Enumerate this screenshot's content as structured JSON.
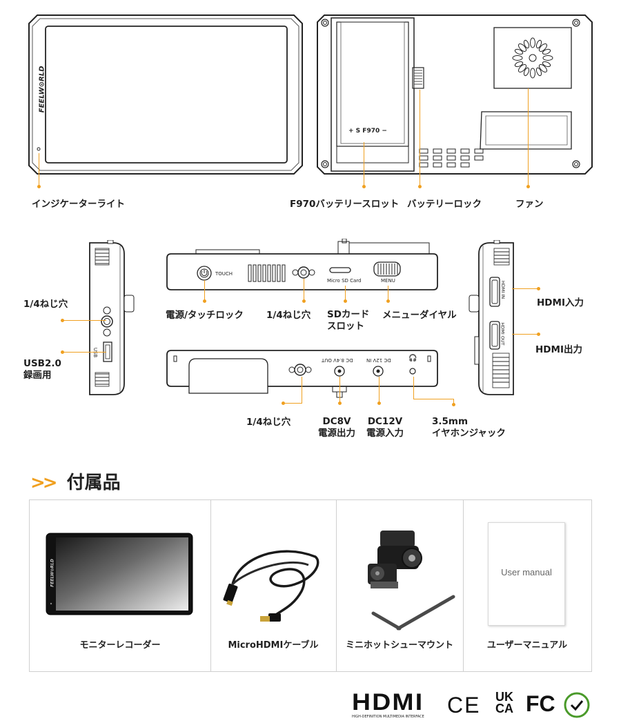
{
  "colors": {
    "accent": "#f0a020",
    "device_stroke": "#222222",
    "border": "#cfcfcf"
  },
  "top": {
    "front": {
      "brand": "FEELW⊙RLD",
      "label": "インジケーターライト"
    },
    "back": {
      "battery_marks": "+   S  F970  −",
      "battery_slot_label": "F970バッテリースロット",
      "battery_lock_label": "バッテリーロック",
      "fan_label": "ファン"
    }
  },
  "middle": {
    "left_side": {
      "usb_text": "USB",
      "screw_label": "1/4ねじ穴",
      "usb_label_line1": "USB2.0",
      "usb_label_line2": "録画用"
    },
    "top_edge": {
      "touch_text": "TOUCH",
      "sd_text": "Micro SD Card",
      "menu_text": "MENU",
      "power_label": "電源/タッチロック",
      "screw_label": "1/4ねじ穴",
      "sd_label_line1": "SDカード",
      "sd_label_line2": "スロット",
      "menu_label": "メニューダイヤル"
    },
    "right_side": {
      "hdmi_in_text": "HDMI IN",
      "hdmi_out_text": "HDMI OUT",
      "hdmi_in_label": "HDMI入力",
      "hdmi_out_label": "HDMI出力"
    },
    "bottom_edge": {
      "dc_out_text": "DC 8.4V OUT",
      "dc_in_text": "DC 12V IN",
      "headphone_symbol": "🎧",
      "screw_label": "1/4ねじ穴",
      "dc8_line1": "DC8V",
      "dc8_line2": "電源出力",
      "dc12_line1": "DC12V",
      "dc12_line2": "電源入力",
      "jack_line1": "3.5mm",
      "jack_line2": "イヤホンジャック"
    }
  },
  "accessories": {
    "title": "付属品",
    "chevrons": ">>",
    "items": [
      {
        "caption": "モニターレコーダー"
      },
      {
        "caption": "MicroHDMIケーブル"
      },
      {
        "caption": "ミニホットシューマウント"
      },
      {
        "caption": "ユーザーマニュアル",
        "booklet_text": "User manual"
      }
    ]
  },
  "footer": {
    "hdmi_logo": "HDMI",
    "hdmi_sub": "HIGH-DEFINITION MULTIMEDIA INTERFACE",
    "ce": "CE",
    "ukca_top": "UK",
    "ukca_bottom": "CA",
    "fc": "FC"
  }
}
